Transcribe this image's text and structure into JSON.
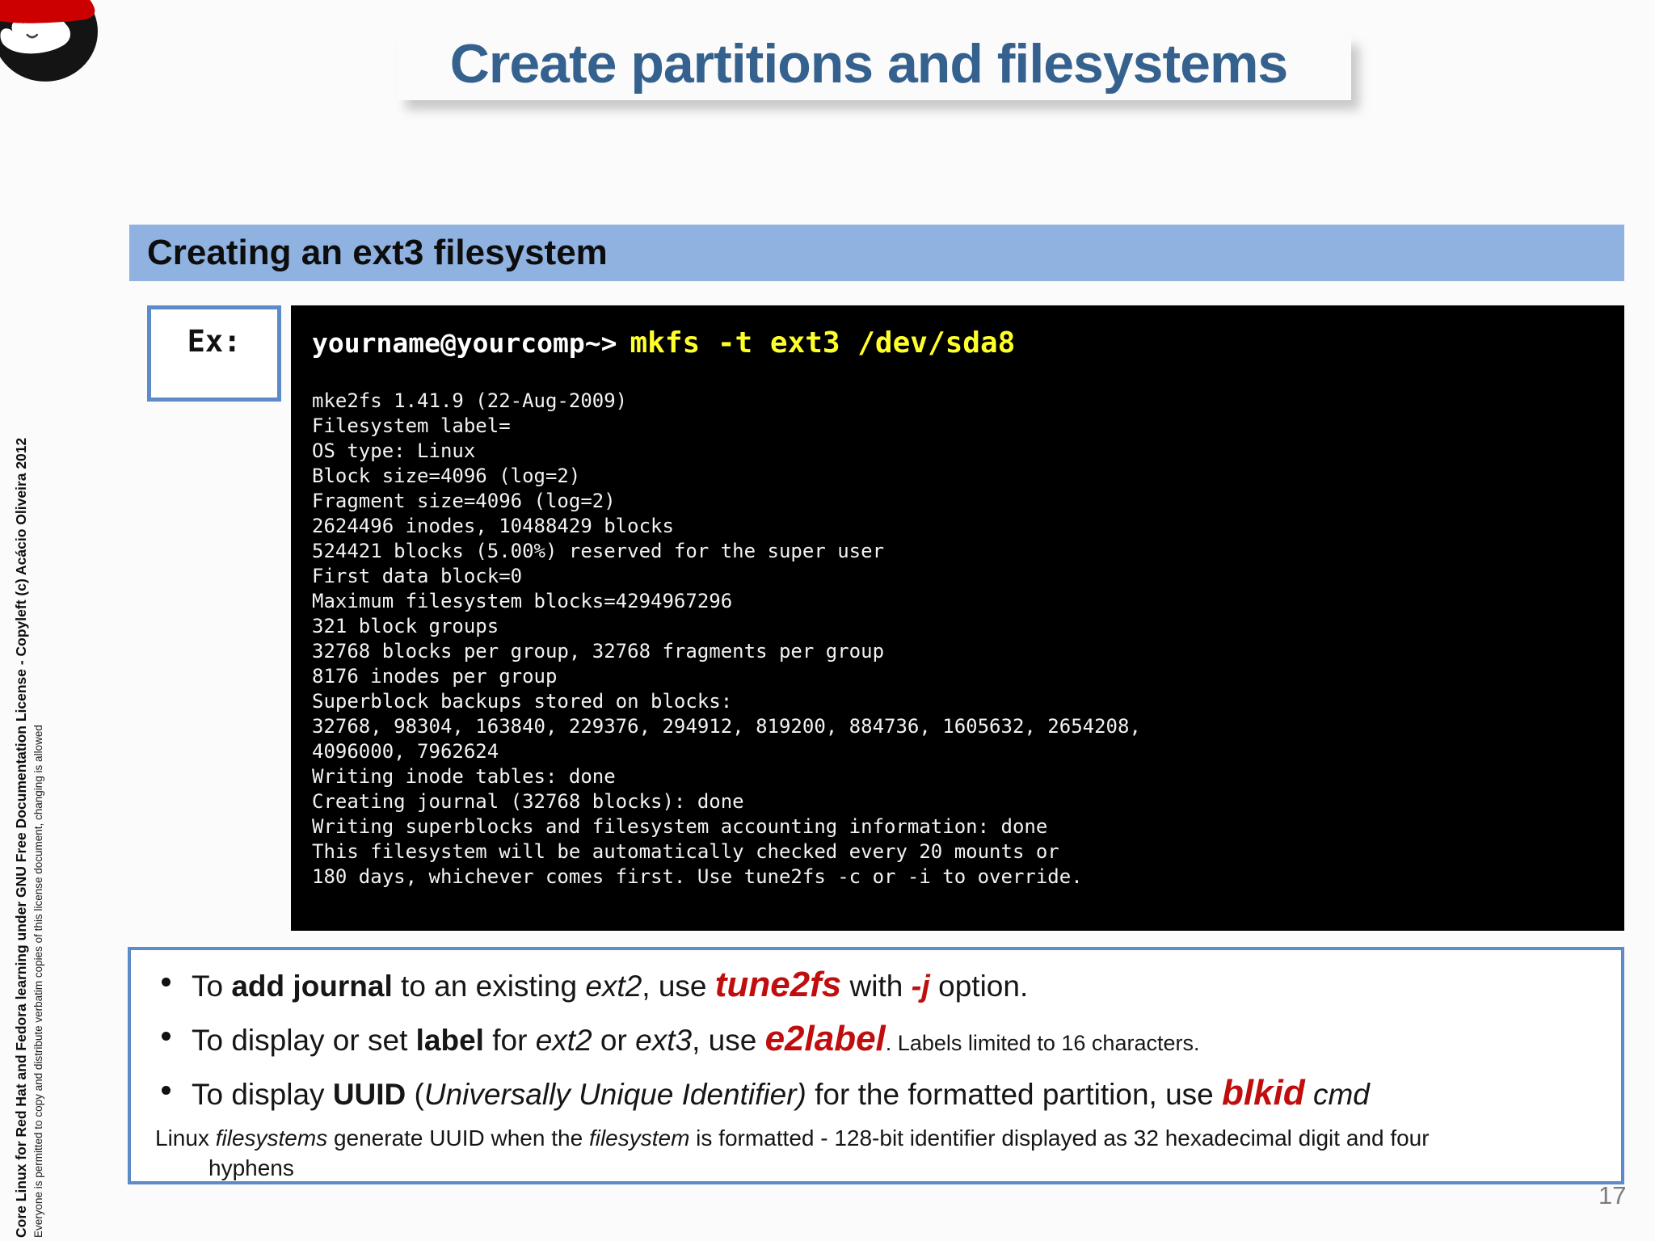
{
  "slide": {
    "title": "Create partitions and filesystems",
    "page_number": "17"
  },
  "section": {
    "header": "Creating an ext3 filesystem",
    "example_label": "Ex:"
  },
  "terminal": {
    "prompt": "yourname@yourcomp~>",
    "command": "mkfs -t ext3 /dev/sda8",
    "output_lines": [
      "mke2fs 1.41.9 (22-Aug-2009)",
      "Filesystem label=",
      "OS type: Linux",
      "Block size=4096 (log=2)",
      "Fragment size=4096 (log=2)",
      "2624496 inodes, 10488429 blocks",
      "524421 blocks (5.00%) reserved for the super user",
      "First data block=0",
      "Maximum filesystem blocks=4294967296",
      "321 block groups",
      "32768 blocks per group, 32768 fragments per group",
      "8176 inodes per group",
      "Superblock backups stored on blocks:",
      "32768, 98304, 163840, 229376, 294912, 819200, 884736, 1605632, 2654208,",
      "4096000, 7962624",
      "Writing inode tables: done",
      "Creating journal (32768 blocks): done",
      "Writing superblocks and filesystem accounting information: done",
      "This filesystem will be automatically checked every 20 mounts or",
      "180 days, whichever comes first. Use tune2fs -c or -i to override."
    ]
  },
  "notes": {
    "items": [
      {
        "type": "bullet",
        "segments": [
          {
            "t": "To ",
            "s": "n"
          },
          {
            "t": "add journal",
            "s": "b"
          },
          {
            "t": " to an existing ",
            "s": "n"
          },
          {
            "t": "ext2",
            "s": "i"
          },
          {
            "t": ", use ",
            "s": "n"
          },
          {
            "t": "tune2fs",
            "s": "red"
          },
          {
            "t": " with ",
            "s": "n"
          },
          {
            "t": "-j",
            "s": "red2"
          },
          {
            "t": " option.",
            "s": "n"
          }
        ]
      },
      {
        "type": "bullet",
        "segments": [
          {
            "t": "To display or set ",
            "s": "n"
          },
          {
            "t": "label",
            "s": "b"
          },
          {
            "t": " for ",
            "s": "n"
          },
          {
            "t": "ext2",
            "s": "i"
          },
          {
            "t": " or ",
            "s": "n"
          },
          {
            "t": "ext3",
            "s": "i"
          },
          {
            "t": ", use ",
            "s": "n"
          },
          {
            "t": "e2label",
            "s": "red"
          },
          {
            "t": ". ",
            "s": "sm"
          },
          {
            "t": "Labels limited to 16 characters.",
            "s": "sm"
          }
        ]
      },
      {
        "type": "bullet",
        "segments": [
          {
            "t": "To display ",
            "s": "n"
          },
          {
            "t": "UUID",
            "s": "b"
          },
          {
            "t": " (",
            "s": "n"
          },
          {
            "t": "Universally Unique Identifier)",
            "s": "i"
          },
          {
            "t": " for the formatted partition, use ",
            "s": "n"
          },
          {
            "t": "blkid",
            "s": "red"
          },
          {
            "t": " ",
            "s": "n"
          },
          {
            "t": "cmd",
            "s": "i"
          }
        ]
      },
      {
        "type": "note",
        "segments": [
          {
            "t": "Linux ",
            "s": "nn"
          },
          {
            "t": "filesystems",
            "s": "ni"
          },
          {
            "t": " generate UUID when the ",
            "s": "nn"
          },
          {
            "t": "filesystem",
            "s": "ni"
          },
          {
            "t": " is formatted - 128-bit identifier displayed as 32 hexadecimal digit and four",
            "s": "nn"
          }
        ]
      },
      {
        "type": "note-indent",
        "segments": [
          {
            "t": "hyphens",
            "s": "nn"
          }
        ]
      }
    ]
  },
  "sidebar": {
    "license_line1": "Core Linux for Red Hat and Fedora learning under GNU Free Documentation License  - Copyleft (c) Acácio Oliveira 2012",
    "license_line2": "Everyone is permitted to copy and distribute verbatim copies of this license document, changing is allowed"
  },
  "icons": {
    "logo": "redhat-shadowman-logo"
  },
  "colors": {
    "title_blue": "#35618e",
    "header_bar_blue": "#8fb2e0",
    "box_border_blue": "#5c8bc7",
    "accent_red": "#c00d0d",
    "terminal_background": "#000000",
    "terminal_text": "#ffffff",
    "command_yellow": "#ffff2a",
    "page_number_gray": "#7c7c7c"
  }
}
